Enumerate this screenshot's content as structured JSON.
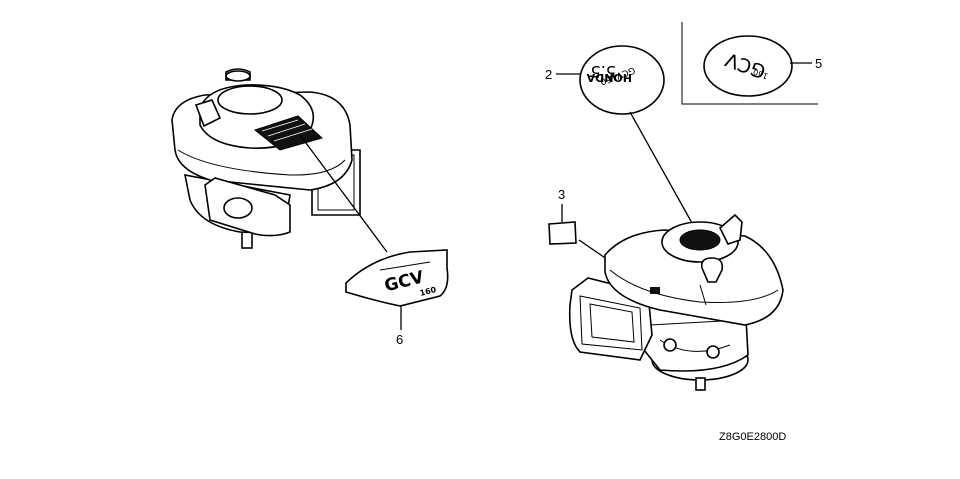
{
  "callouts": {
    "c2": "2",
    "c3": "3",
    "c5": "5",
    "c6": "6"
  },
  "decals": {
    "emblem_brand": "HONDA",
    "emblem_model": "GCV160",
    "emblem_num": "5.5",
    "badge_model": "GCV",
    "badge_num": "160",
    "front_model": "GCV",
    "front_num": "160"
  },
  "diagram_code": "Z8G0E2800D"
}
